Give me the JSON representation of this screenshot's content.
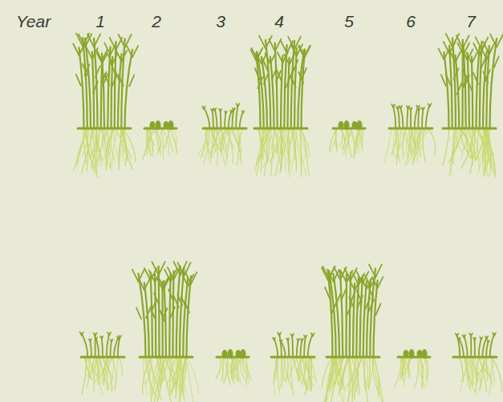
{
  "diagram": {
    "labels": [
      "Year",
      "1",
      "2",
      "3",
      "4",
      "5",
      "6",
      "7"
    ]
  }
}
